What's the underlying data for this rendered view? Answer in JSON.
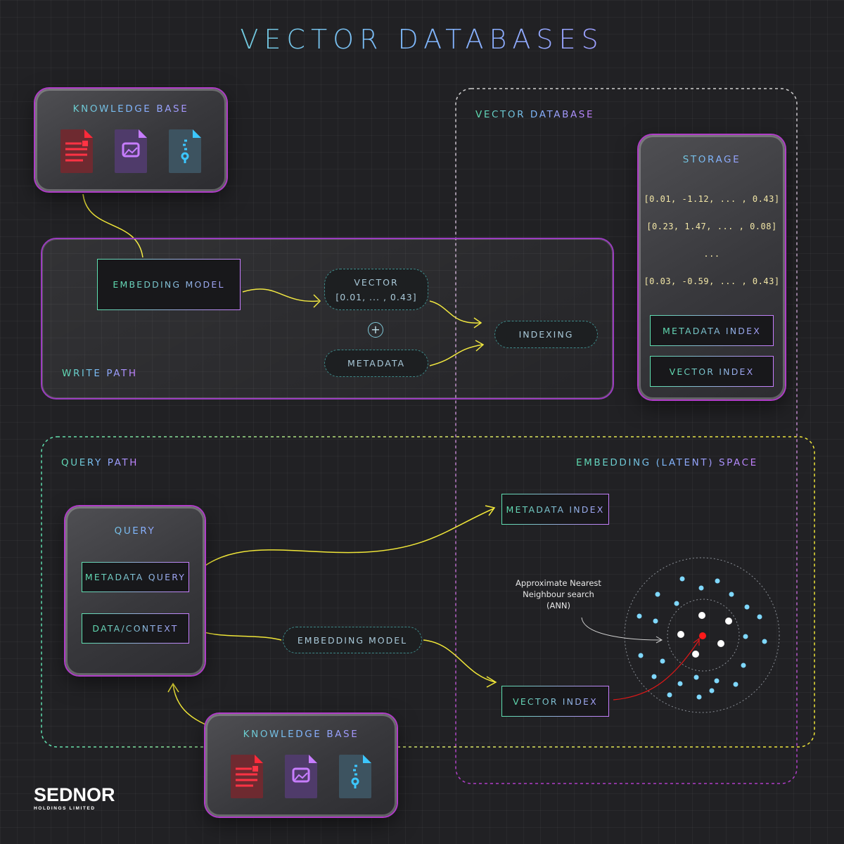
{
  "title": "VECTOR DATABASES",
  "knowledge_base_top": {
    "title": "KNOWLEDGE BASE",
    "icons": [
      "text-document-icon",
      "image-file-icon",
      "zip-file-icon"
    ]
  },
  "knowledge_base_bottom": {
    "title": "KNOWLEDGE BASE",
    "icons": [
      "text-document-icon",
      "image-file-icon",
      "zip-file-icon"
    ]
  },
  "vector_database": {
    "label": "VECTOR DATABASE"
  },
  "write_path": {
    "label": "WRITE PATH",
    "embedding_model": "EMBEDDING MODEL",
    "vector_title": "VECTOR",
    "vector_value": "[0.01, ... , 0.43]",
    "plus": "+",
    "metadata": "METADATA",
    "indexing": "INDEXING"
  },
  "storage": {
    "title": "STORAGE",
    "vectors": [
      "[0.01, -1.12, ... , 0.43]",
      "[0.23, 1.47, ... , 0.08]",
      "...",
      "[0.03, -0.59, ... , 0.43]"
    ],
    "metadata_index": "METADATA INDEX",
    "vector_index": "VECTOR INDEX"
  },
  "query_path": {
    "label": "QUERY PATH",
    "query_title": "QUERY",
    "metadata_query": "METADATA QUERY",
    "data_context": "DATA/CONTEXT",
    "embedding_model": "EMBEDDING MODEL"
  },
  "latent_space": {
    "label": "EMBEDDING (LATENT) SPACE",
    "metadata_index": "METADATA INDEX",
    "vector_index": "VECTOR INDEX",
    "ann_line1": "Approximate Nearest",
    "ann_line2": "Neighbour search",
    "ann_line3": "(ANN)"
  },
  "brand": {
    "name": "SEDNOR",
    "sub": "HOLDINGS LIMITED"
  },
  "colors": {
    "accent_green": "#5ee0b0",
    "accent_purple": "#c77dff",
    "arrow_yellow": "#f0e638",
    "query_point": "#ff1a1a",
    "neighbor_point": "#ffffff",
    "far_point": "#7fd8ff"
  }
}
